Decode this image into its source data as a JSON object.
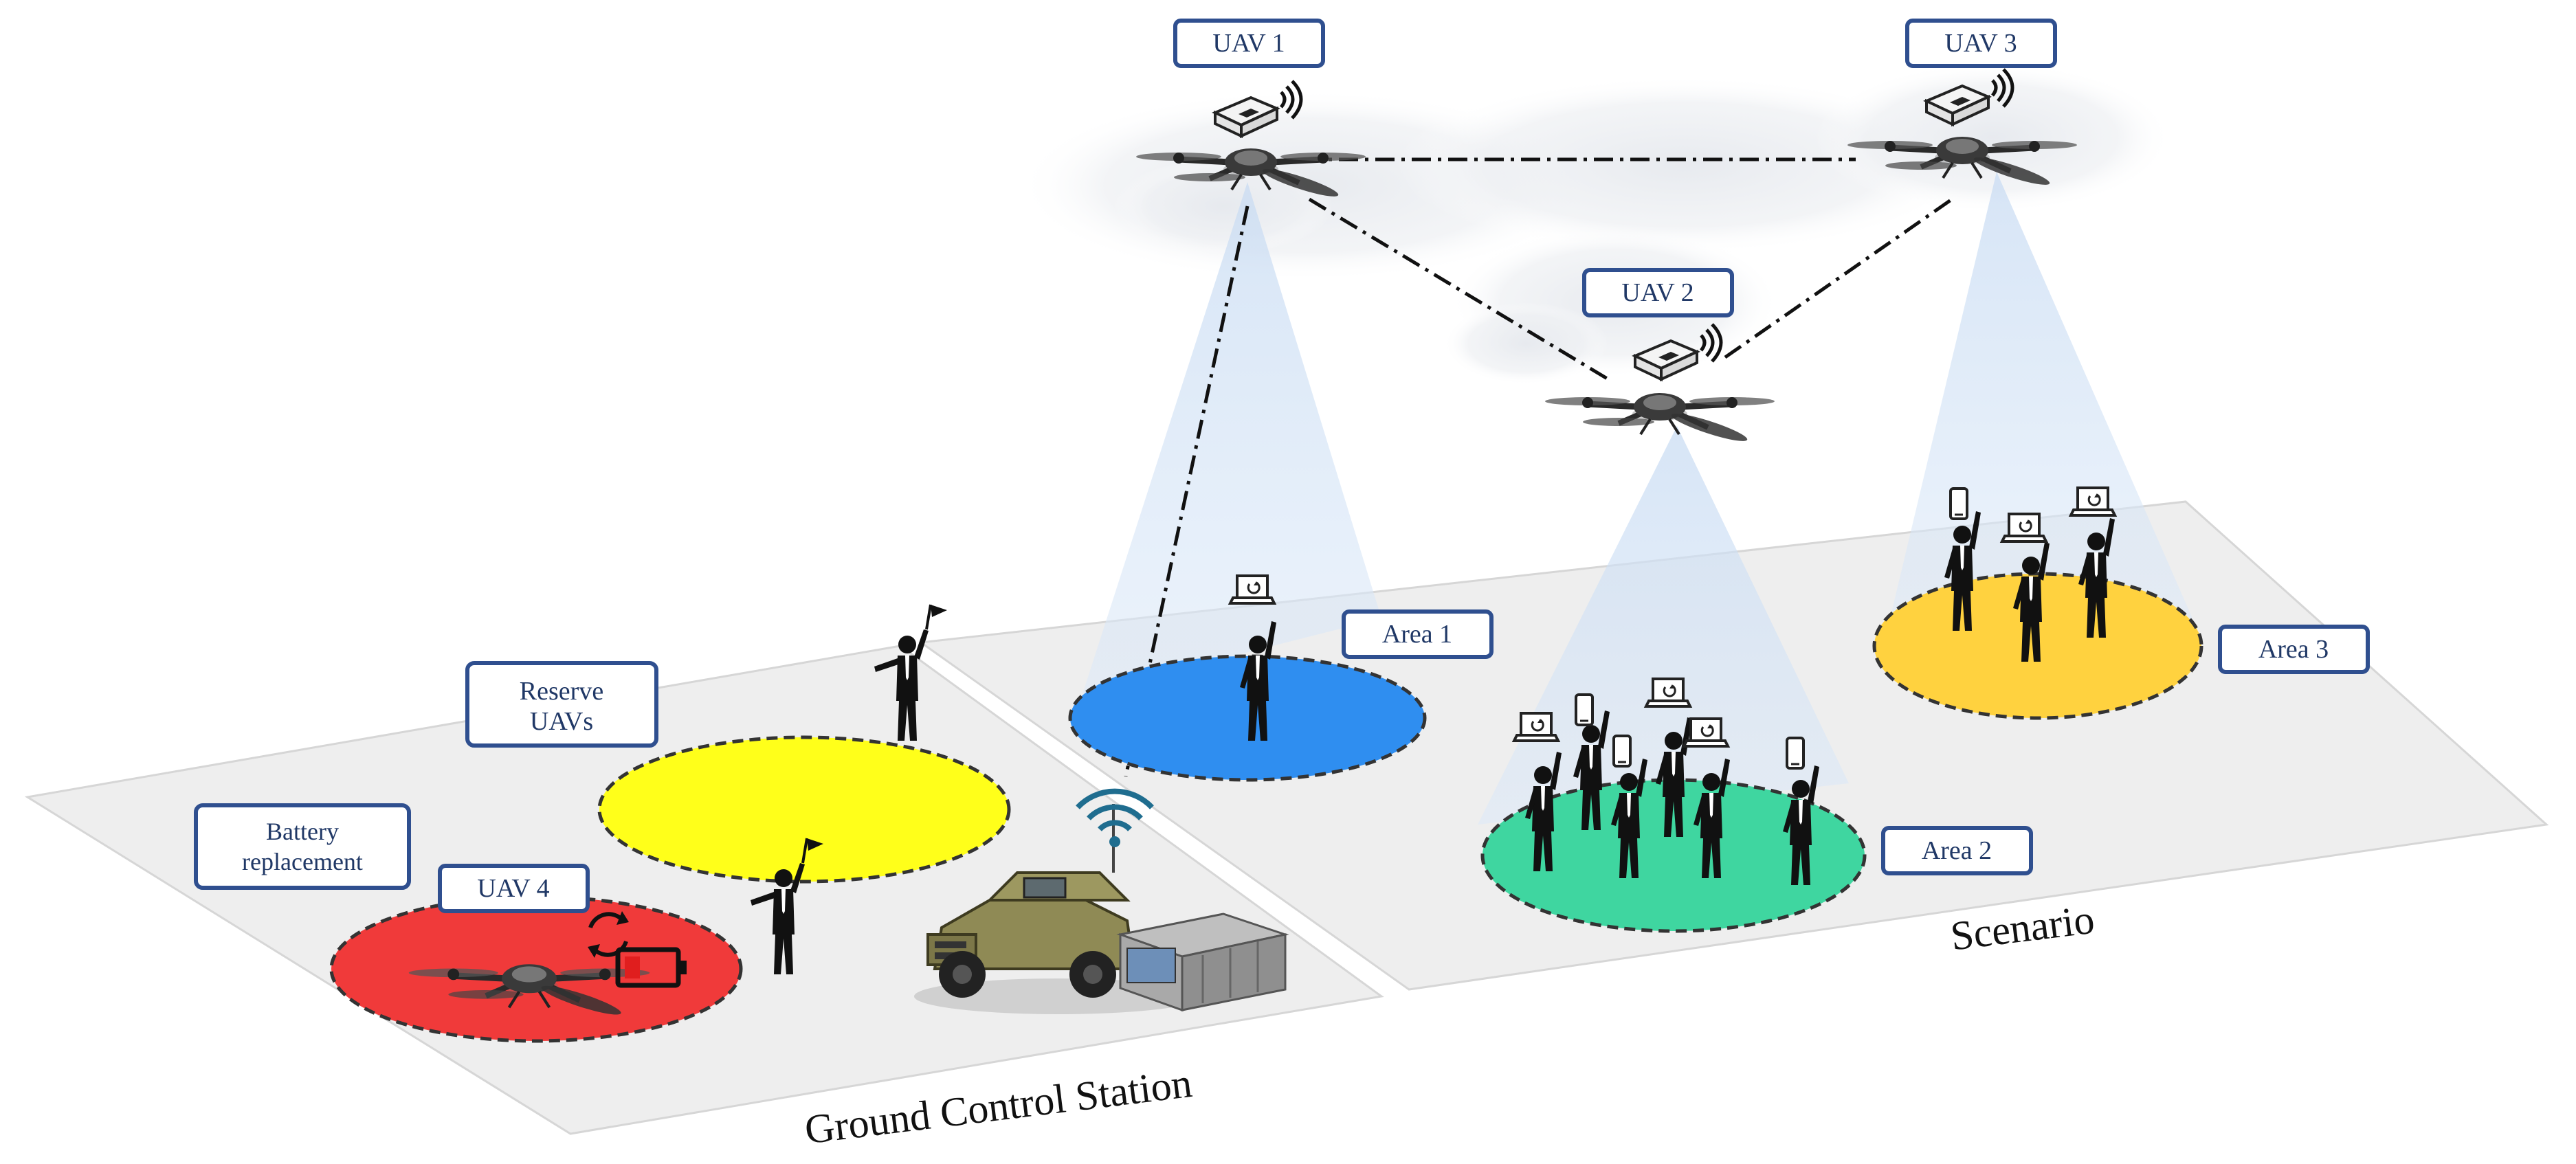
{
  "labels": {
    "uav1": "UAV 1",
    "uav2": "UAV 2",
    "uav3": "UAV 3",
    "uav4": "UAV 4",
    "area1": "Area 1",
    "area2": "Area 2",
    "area3": "Area 3",
    "reserve_line1": "Reserve",
    "reserve_line2": "UAVs",
    "battery_line1": "Battery",
    "battery_line2": "replacement",
    "ground_station": "Ground Control Station",
    "scenario": "Scenario"
  },
  "colors": {
    "label_border": "#2f4f8f",
    "label_text": "#203866",
    "area1": "#2f8ef0",
    "area2": "#3fd6a0",
    "area3": "#ffd23f",
    "reserve_zone": "#ffff1a",
    "battery_zone": "#f03a3a",
    "ground_plane": "#efefef",
    "beam": "#cfe0f5"
  },
  "icons": [
    "uav-drone-icon",
    "router-wifi-icon",
    "person-laptop-icon",
    "person-phone-icon",
    "signal-flag-person-icon",
    "military-vehicle-icon",
    "server-rack-icon",
    "battery-icon",
    "recycle-arrows-icon",
    "wifi-icon",
    "cloud-icon"
  ]
}
